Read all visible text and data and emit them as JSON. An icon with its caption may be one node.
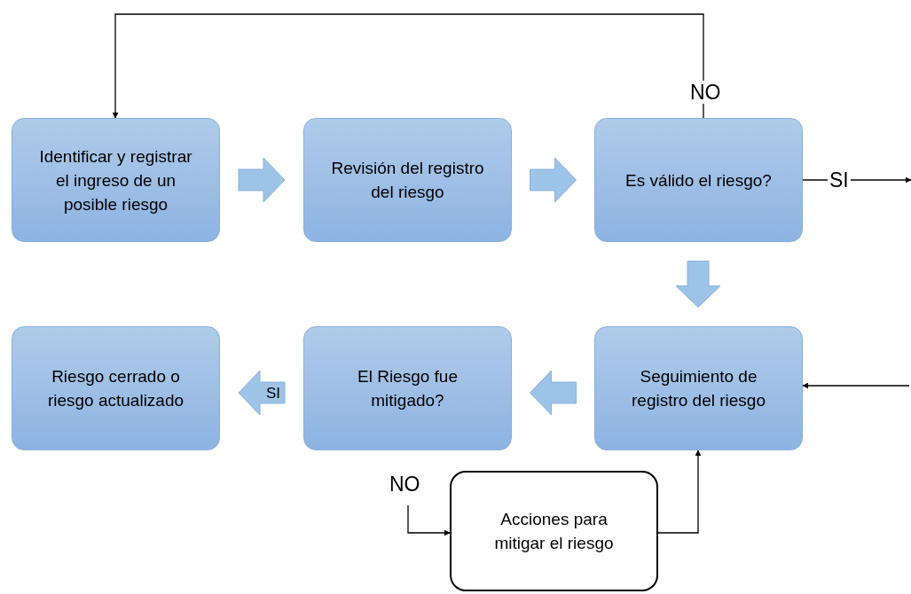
{
  "diagram": {
    "nodes": [
      {
        "text": [
          "Identificar y registrar el ingreso de un posible riesgo"
        ]
      },
      {
        "text": [
          "Revisión del registro del riesgo"
        ]
      },
      {
        "text": [
          "Es válido el riesgo?"
        ]
      },
      {
        "text": [
          "Seguimiento de registro del riesgo"
        ]
      },
      {
        "text": [
          "El Riesgo fue mitigado?"
        ]
      },
      {
        "text": [
          "Riesgo cerrado o riesgo actualizado"
        ]
      },
      {
        "text": [
          "Acciones para mitigar el riesgo"
        ]
      }
    ],
    "edges": [
      {
        "from": 0,
        "to": 1,
        "arrow": "to",
        "style": "thick",
        "color": "#9dc3e6"
      },
      {
        "from": 1,
        "to": 2,
        "arrow": "to",
        "style": "thick",
        "color": "#9dc3e6"
      },
      {
        "from": 2,
        "to": 0,
        "arrow": "to",
        "label": "NO"
      },
      {
        "from": 2,
        "to": null,
        "arrow": "to",
        "label": "SI"
      },
      {
        "from": 2,
        "to": 3,
        "arrow": "to",
        "style": "thick",
        "color": "#9dc3e6"
      },
      {
        "from": null,
        "to": 3,
        "arrow": "to"
      },
      {
        "from": 3,
        "to": 4,
        "arrow": "to",
        "style": "thick",
        "color": "#9dc3e6"
      },
      {
        "from": 4,
        "to": 5,
        "arrow": "to",
        "label": "SI",
        "style": "thick",
        "color": "#9dc3e6"
      },
      {
        "from": null,
        "to": 6,
        "arrow": "to",
        "label": "NO"
      },
      {
        "from": 6,
        "to": 3,
        "arrow": "to"
      }
    ]
  }
}
